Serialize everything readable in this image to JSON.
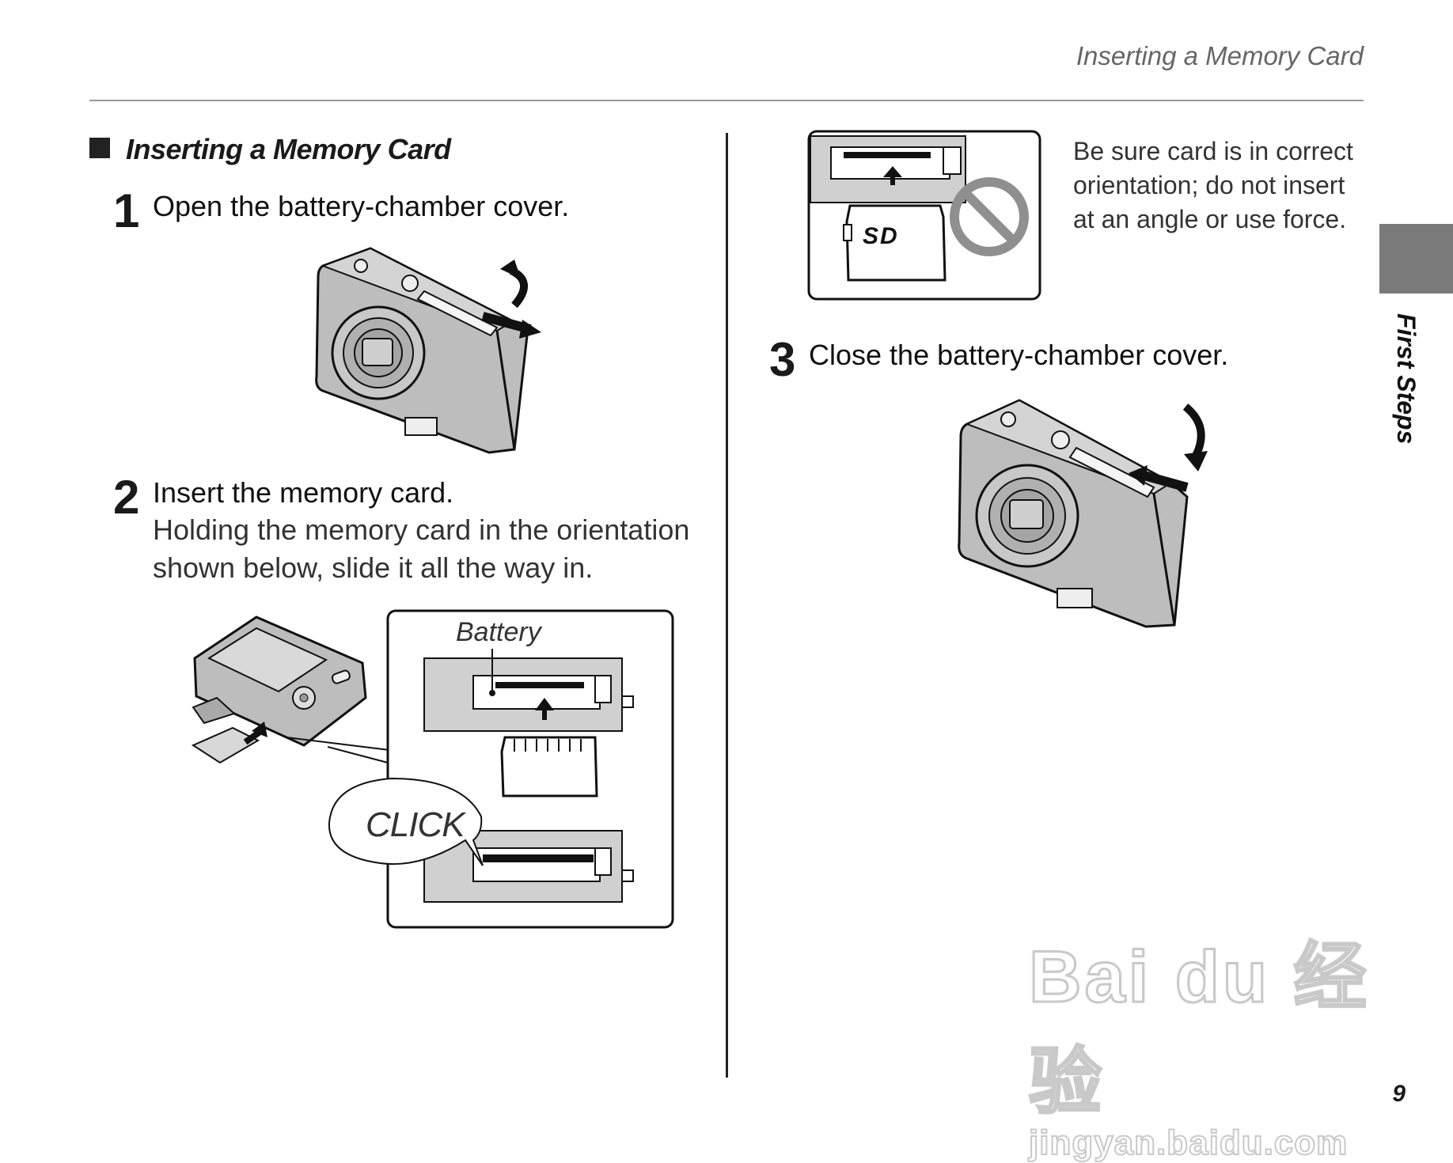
{
  "header": {
    "running_title": "Inserting a Memory Card"
  },
  "section": {
    "title": "Inserting a Memory Card"
  },
  "steps": [
    {
      "number": "1",
      "title": "Open the battery-chamber cover."
    },
    {
      "number": "2",
      "title": "Insert the memory card.",
      "body": [
        "Holding the memory card in the orientation",
        "shown below, slide it all the way in."
      ]
    },
    {
      "number": "3",
      "title": "Close the battery-chamber cover."
    }
  ],
  "figure_labels": {
    "battery": "Battery",
    "click": "CLICK",
    "sd_logo": "SD"
  },
  "caution": {
    "lines": [
      "Be sure card is in correct",
      "orientation; do not insert",
      "at an angle or use force."
    ]
  },
  "side_tab": {
    "label": "First Steps"
  },
  "page_number": "9",
  "watermark": {
    "word": "Bai du 经验",
    "url": "jingyan.baidu.com"
  },
  "colors": {
    "text": "#1a1a1a",
    "rule": "#999999",
    "tab": "#7a7a7a",
    "camera_body": "#bdbdbd",
    "prohibit": "#8f8f8f"
  }
}
